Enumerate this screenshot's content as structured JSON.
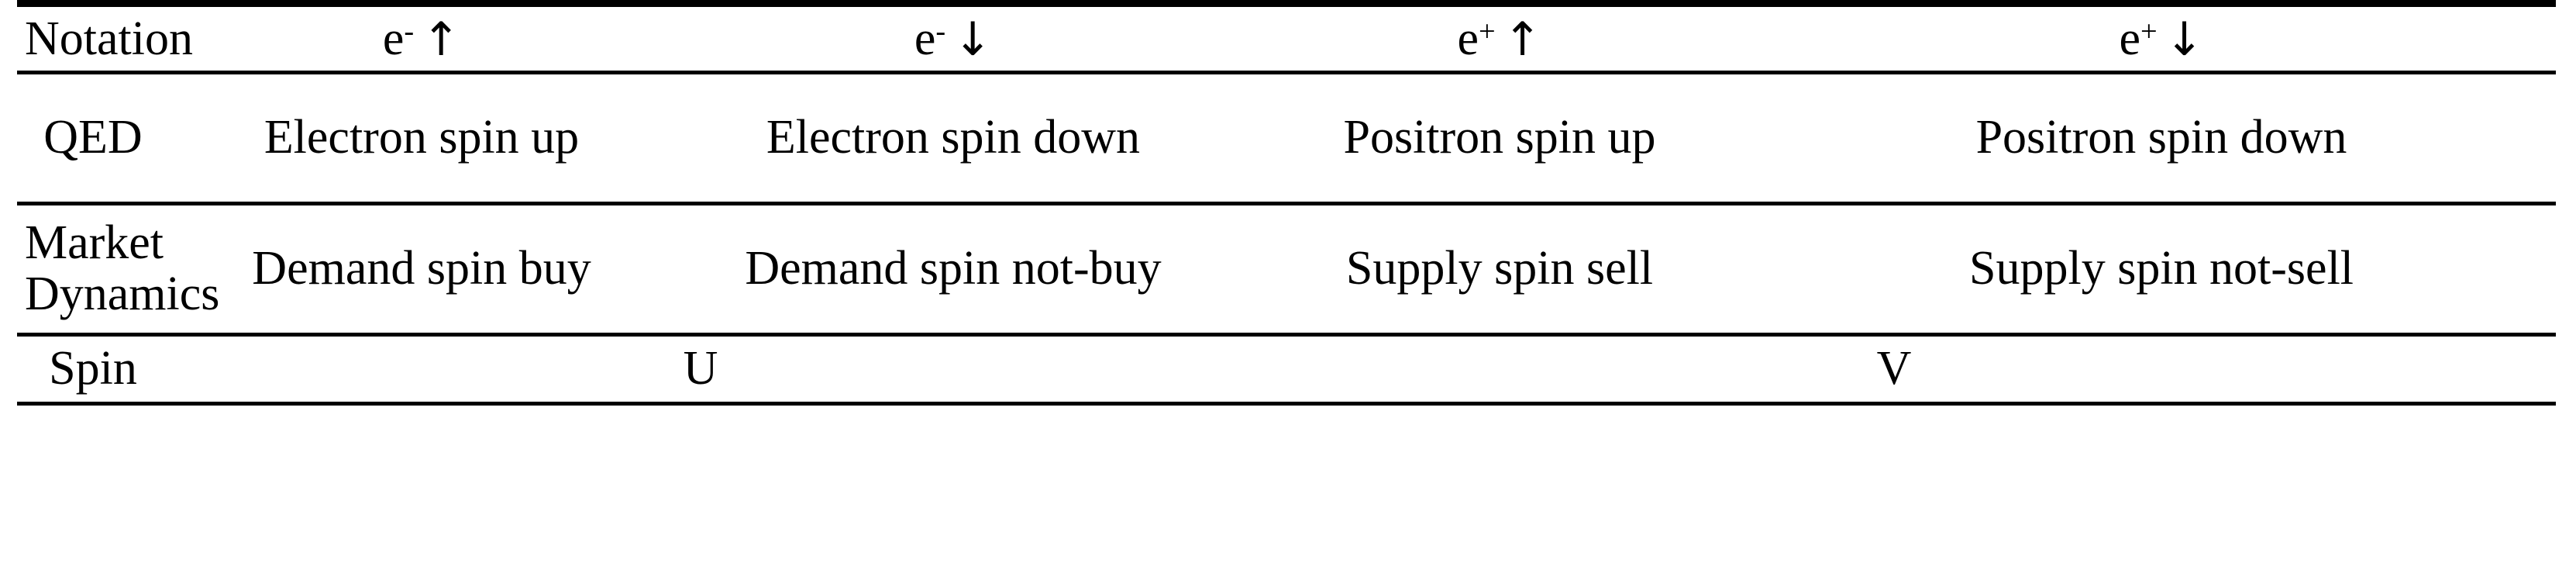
{
  "table": {
    "columns": [
      {
        "id": "label",
        "header": "Notation"
      },
      {
        "id": "e_up",
        "header_base": "e",
        "header_charge": "-",
        "header_arrow": "↑",
        "header_text": "e- ↑"
      },
      {
        "id": "e_down",
        "header_base": "e",
        "header_charge": "-",
        "header_arrow": "↓",
        "header_text": "e- ↓"
      },
      {
        "id": "p_up",
        "header_base": "e",
        "header_charge": "+",
        "header_arrow": "↑",
        "header_text": "e+ ↑"
      },
      {
        "id": "p_down",
        "header_base": "e",
        "header_charge": "+",
        "header_arrow": "↓",
        "header_text": "e+ ↓"
      }
    ],
    "rows": [
      {
        "label": "QED",
        "cells": [
          "Electron spin up",
          "Electron spin down",
          "Positron spin up",
          "Positron spin down"
        ]
      },
      {
        "label": "Market Dynamics",
        "cells": [
          "Demand spin buy",
          "Demand spin not-buy",
          "Supply spin sell",
          "Supply spin not-sell"
        ]
      }
    ],
    "spin_row": {
      "label": "Spin",
      "left_group": "U",
      "right_group": "V"
    }
  },
  "style": {
    "text_color": "#000000",
    "background_color": "#ffffff",
    "rule_color": "#000000"
  }
}
